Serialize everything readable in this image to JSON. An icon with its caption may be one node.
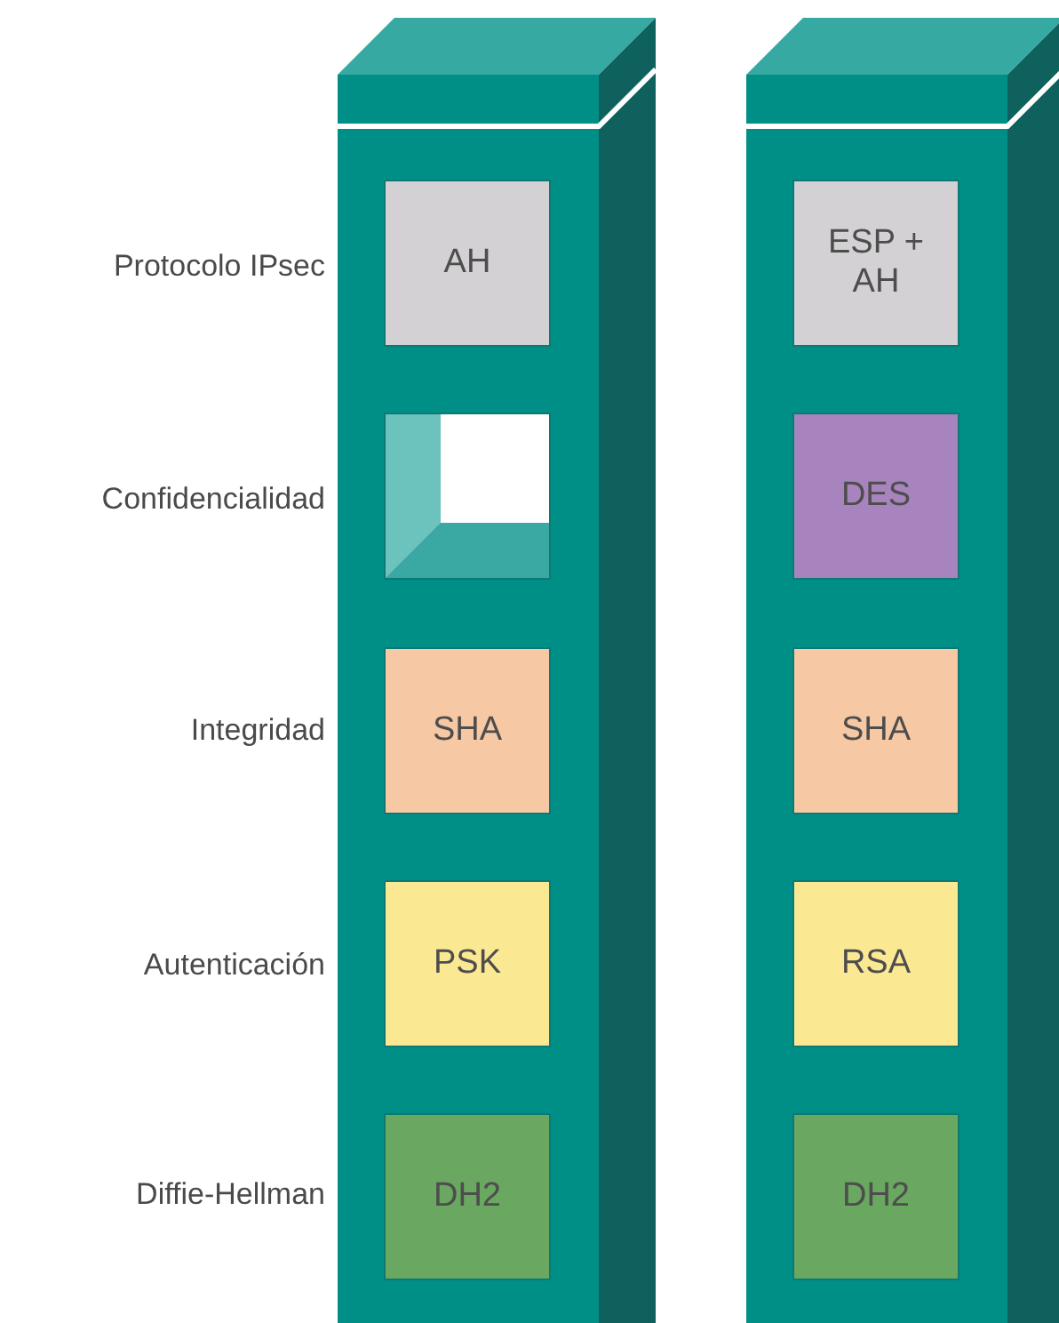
{
  "diagram": {
    "nodes": [
      {
        "text": [],
        "shape": "box"
      },
      {
        "text": [
          "AH"
        ],
        "in": 0
      },
      {
        "text": [],
        "shape": "box",
        "in": 0
      },
      {
        "text": [
          "SHA"
        ],
        "in": 0
      },
      {
        "text": [
          "PSK"
        ],
        "in": 0
      },
      {
        "text": [
          "DH2"
        ],
        "in": 0
      },
      {
        "text": [],
        "shape": "box"
      },
      {
        "text": [
          "ESP + AH"
        ],
        "in": 6
      },
      {
        "text": [
          "DES"
        ],
        "in": 6
      },
      {
        "text": [
          "SHA"
        ],
        "in": 6
      },
      {
        "text": [
          "RSA"
        ],
        "in": 6
      },
      {
        "text": [
          "DH2"
        ],
        "in": 6
      }
    ],
    "labels": [
      "Protocolo IPsec",
      "Confidencialidad",
      "Integridad",
      "Autenticación",
      "Diffie-Hellman"
    ]
  }
}
